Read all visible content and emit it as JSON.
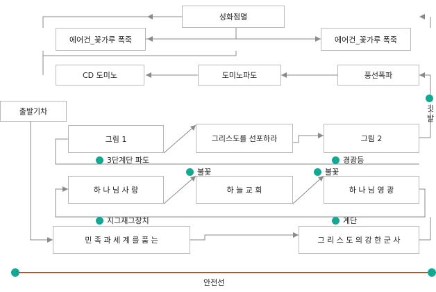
{
  "colors": {
    "dot": "#13a894",
    "line": "#8a8a8a",
    "safety_line": "#a9582e"
  },
  "boxes": {
    "fireworks": "성화점멸",
    "aircon_left": "에어건_꽃가루 폭죽",
    "aircon_right": "에어건_꽃가루 폭죽",
    "domino_cd": "CD 도미노",
    "domino_wave": "도미노파도",
    "balloon": "풍선폭파",
    "depart": "출발기차",
    "figure1": "그림 1",
    "preach": "그리스도를 선포하라",
    "figure2": "그림 2",
    "love": "하 나 님  사 랑",
    "church": "하 늘 교 회",
    "glory": "하 나 님 영 광",
    "nations": "민 족 과  세 계 를  품 는",
    "army": "그 리 스 도 의  강 한  군 사"
  },
  "labels": {
    "flag": "깃발",
    "stair_wave": "3단계단 파도",
    "drum": "경광등",
    "fire1": "불꽃",
    "fire2": "불꽃",
    "zigzag": "지그재그장치",
    "stairs": "계단"
  },
  "bottom": {
    "safety_line": "안전선"
  }
}
